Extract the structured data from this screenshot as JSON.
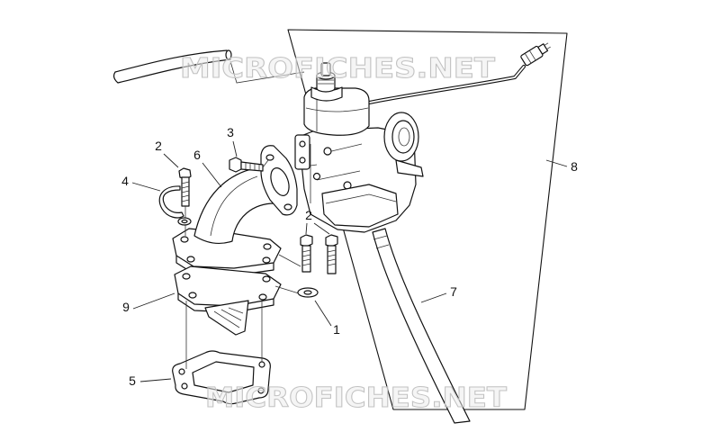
{
  "callouts": [
    "2",
    "3",
    "6",
    "4",
    "8",
    "2",
    "7",
    "9",
    "1",
    "5"
  ],
  "watermark": {
    "top": "MICROFICHES.NET",
    "bottom": "MICROFICHES.NET"
  }
}
